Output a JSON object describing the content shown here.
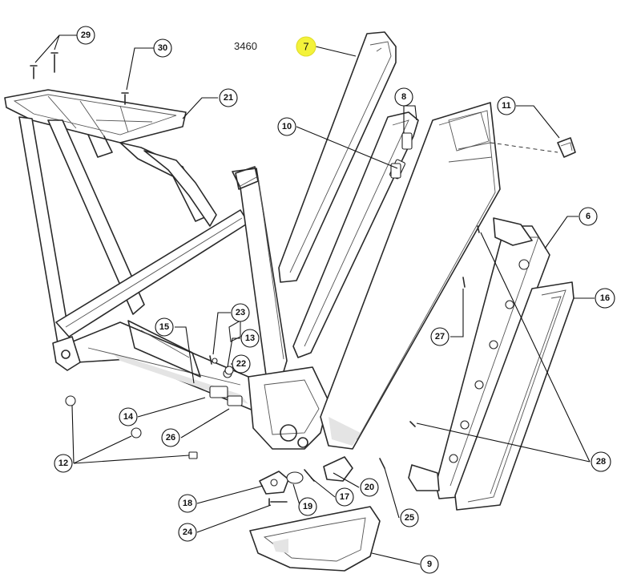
{
  "drawing_number": "3460",
  "highlight_color": "#f3f23a",
  "callouts": [
    {
      "id": "29",
      "label": "29"
    },
    {
      "id": "30",
      "label": "30"
    },
    {
      "id": "7",
      "label": "7"
    },
    {
      "id": "21",
      "label": "21"
    },
    {
      "id": "8",
      "label": "8"
    },
    {
      "id": "11",
      "label": "11"
    },
    {
      "id": "10",
      "label": "10"
    },
    {
      "id": "6",
      "label": "6"
    },
    {
      "id": "16",
      "label": "16"
    },
    {
      "id": "23",
      "label": "23"
    },
    {
      "id": "15",
      "label": "15"
    },
    {
      "id": "13",
      "label": "13"
    },
    {
      "id": "27",
      "label": "27"
    },
    {
      "id": "22",
      "label": "22"
    },
    {
      "id": "14",
      "label": "14"
    },
    {
      "id": "26",
      "label": "26"
    },
    {
      "id": "12",
      "label": "12"
    },
    {
      "id": "28",
      "label": "28"
    },
    {
      "id": "20",
      "label": "20"
    },
    {
      "id": "18",
      "label": "18"
    },
    {
      "id": "17",
      "label": "17"
    },
    {
      "id": "19",
      "label": "19"
    },
    {
      "id": "25",
      "label": "25"
    },
    {
      "id": "24",
      "label": "24"
    },
    {
      "id": "9",
      "label": "9"
    }
  ]
}
